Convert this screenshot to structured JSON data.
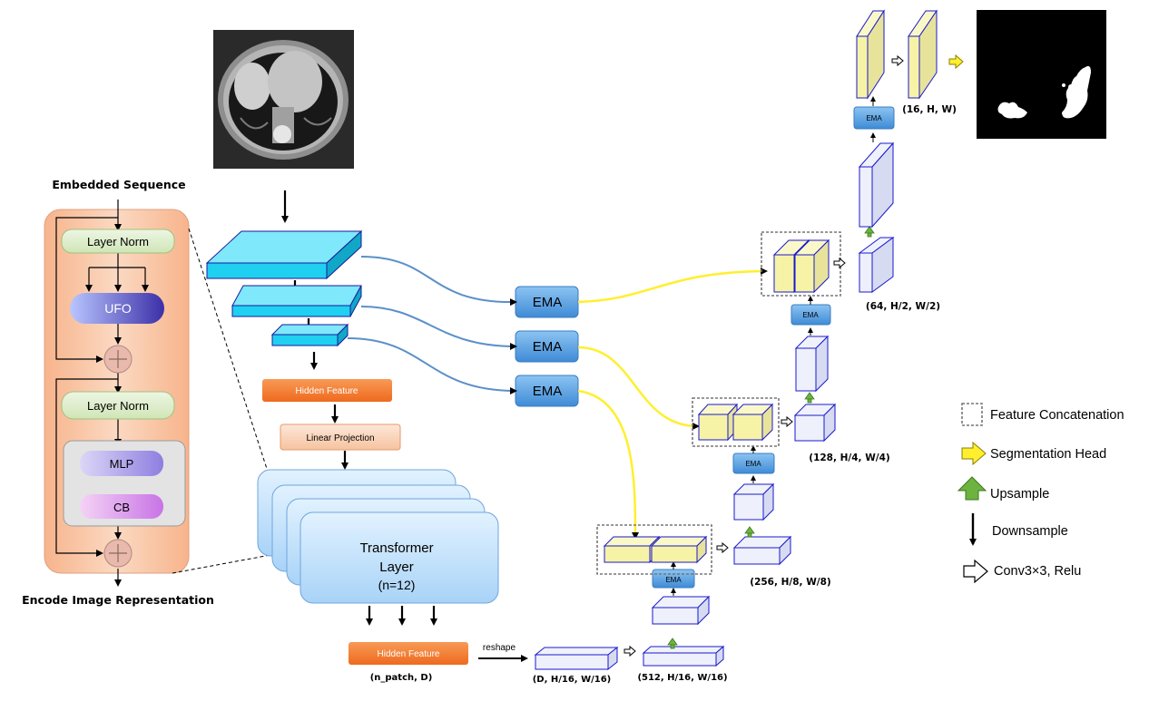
{
  "encoder": {
    "title": "Embedded Sequence",
    "layer_norm_1": "Layer Norm",
    "ufo": "UFO",
    "layer_norm_2": "Layer Norm",
    "mlp": "MLP",
    "cb": "CB",
    "caption": "Encode Image Representation"
  },
  "pipeline": {
    "hidden_feature_top": "Hidden Feature",
    "linear_projection": "Linear Projection",
    "transformer_line1": "Transformer",
    "transformer_line2": "Layer",
    "transformer_line3": "(n=12)",
    "hidden_feature_bottom": "Hidden Feature",
    "n_patch_label": "(n_patch, D)",
    "reshape_label": "reshape"
  },
  "ema": {
    "label": "EMA",
    "small_label": "EMA"
  },
  "shapes": {
    "d16": "(D, H/16, W/16)",
    "c512": "(512, H/16, W/16)",
    "c256": "(256, H/8, W/8)",
    "c128": "(128, H/4, W/4)",
    "c64": "(64, H/2, W/2)",
    "c16": "(16, H, W)"
  },
  "legend": {
    "concat": "Feature Concatenation",
    "seg_head": "Segmentation Head",
    "upsample": "Upsample",
    "downsample": "Downsample",
    "conv": "Conv3×3, Relu"
  },
  "colors": {
    "encoder_bg": "#f9c9aa",
    "layernorm": "#d9ebc4",
    "ufo": "#6b6fd6",
    "orange_box": "#f47f33",
    "ema": "#5aa0df",
    "cyan_block": "#1fd3f0",
    "yellow_block": "#f6f3a6",
    "arrow_yellow": "#ffef2e",
    "arrow_blue": "#5b90c8",
    "upsample_green": "#6cb33f",
    "outline_blue": "#1a1acc"
  }
}
